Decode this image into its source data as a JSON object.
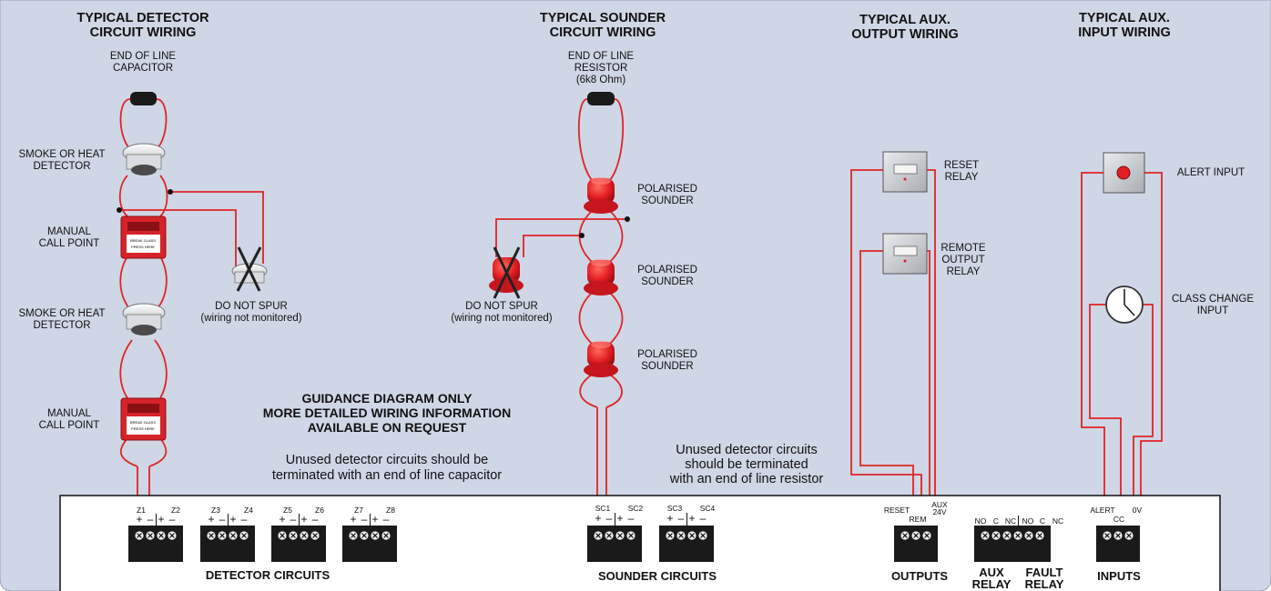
{
  "headings": {
    "detector": [
      "TYPICAL DETECTOR",
      "CIRCUIT WIRING"
    ],
    "sounder": [
      "TYPICAL SOUNDER",
      "CIRCUIT WIRING"
    ],
    "aux_output": [
      "TYPICAL AUX.",
      "OUTPUT WIRING"
    ],
    "aux_input": [
      "TYPICAL AUX.",
      "INPUT WIRING"
    ]
  },
  "labels": {
    "eol_capacitor": [
      "END OF LINE",
      "CAPACITOR"
    ],
    "eol_resistor": [
      "END OF LINE",
      "RESISTOR",
      "(6k8 Ohm)"
    ],
    "smoke_heat": [
      "SMOKE OR HEAT",
      "DETECTOR"
    ],
    "manual_call_point": [
      "MANUAL",
      "CALL POINT"
    ],
    "do_not_spur": [
      "DO NOT SPUR",
      "(wiring not monitored)"
    ],
    "polarised_sounder": [
      "POLARISED",
      "SOUNDER"
    ],
    "reset_relay": [
      "RESET",
      "RELAY"
    ],
    "remote_output_relay": [
      "REMOTE",
      "OUTPUT",
      "RELAY"
    ],
    "alert_input": "ALERT INPUT",
    "class_change_input": [
      "CLASS CHANGE",
      "INPUT"
    ],
    "mcp_text": [
      "BREAK GLASS",
      "PRESS HERE"
    ]
  },
  "guidance": [
    "GUIDANCE DIAGRAM ONLY",
    "MORE DETAILED WIRING INFORMATION",
    "AVAILABLE ON REQUEST"
  ],
  "notes": {
    "detector": [
      "Unused detector circuits should be",
      "terminated with an end of line capacitor"
    ],
    "sounder": [
      "Unused detector circuits",
      "should be terminated",
      "with an end of line resistor"
    ]
  },
  "terminals": {
    "detector_zones": [
      "Z1",
      "Z2",
      "Z3",
      "Z4",
      "Z5",
      "Z6",
      "Z7",
      "Z8"
    ],
    "sounder_zones": [
      "SC1",
      "SC2",
      "SC3",
      "SC4"
    ],
    "plus": "+",
    "minus": "–",
    "outputs": {
      "reset": "RESET",
      "rem": "REM",
      "aux": "AUX",
      "v24": "24V"
    },
    "relay": {
      "no": "NO",
      "c": "C",
      "nc": "NC"
    },
    "inputs": {
      "alert": "ALERT",
      "cc": "CC",
      "ov": "0V"
    }
  },
  "groups": {
    "detector": "DETECTOR CIRCUITS",
    "sounder": "SOUNDER CIRCUITS",
    "outputs": "OUTPUTS",
    "aux_relay": [
      "AUX",
      "RELAY"
    ],
    "fault_relay": [
      "FAULT",
      "RELAY"
    ],
    "inputs": "INPUTS"
  },
  "colors": {
    "background": "#cfd6e6",
    "wire": "#e02424",
    "sounder": "#e31e24",
    "terminal": "#1a1a1a",
    "plate": "#c9ccd0"
  }
}
